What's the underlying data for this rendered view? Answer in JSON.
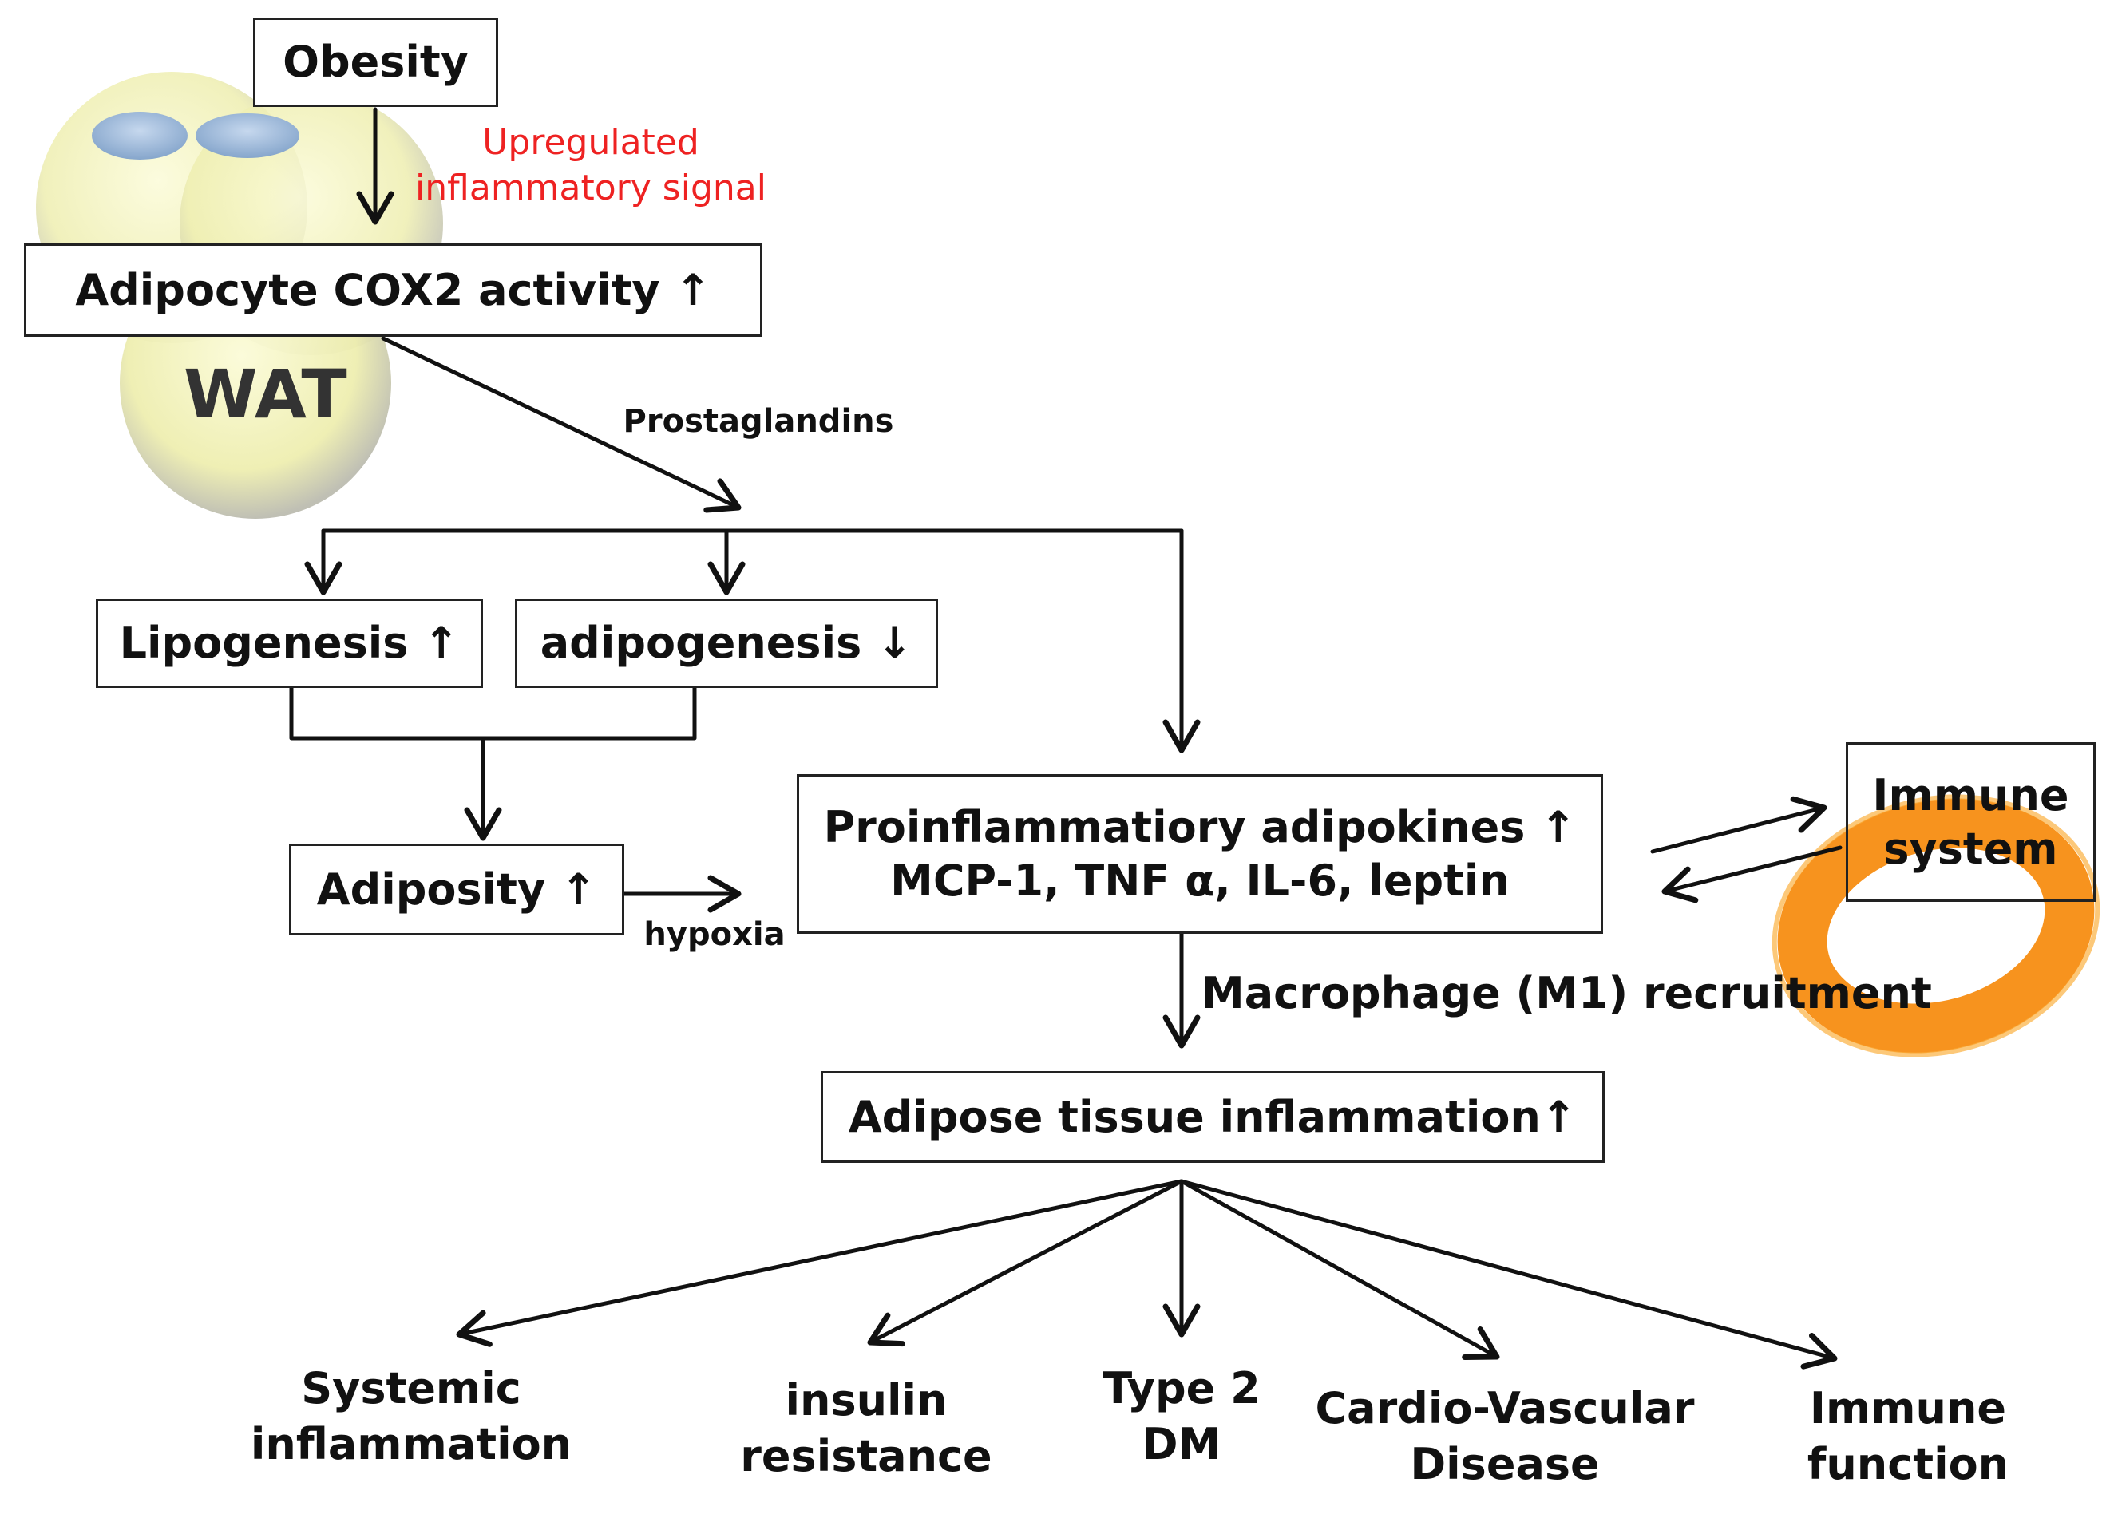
{
  "nodes": {
    "obesity": "Obesity",
    "upregulated_signal": [
      "Upregulated",
      "inflammatory signal"
    ],
    "cox2": "Adipocyte COX2 activity ↑",
    "wat": "WAT",
    "prostaglandins": "Prostaglandins",
    "lipogenesis": "Lipogenesis ↑",
    "adipogenesis": "adipogenesis ↓",
    "adiposity": "Adiposity ↑",
    "hypoxia": "hypoxia",
    "proinflammatory_line1": "Proinflammatiory  adipokines ↑",
    "proinflammatory_line2": "MCP-1, TNF α, IL-6, leptin",
    "immune_system": [
      "Immune",
      "system"
    ],
    "macrophage": "Macrophage (M1) recruitment",
    "adipose_inflammation": "Adipose tissue inflammation↑"
  },
  "outcomes": [
    [
      "Systemic inflammation"
    ],
    [
      "insulin",
      "resistance"
    ],
    [
      "Type 2",
      "DM"
    ],
    [
      "Cardio-Vascular",
      "Disease"
    ],
    [
      "Immune",
      "function"
    ]
  ],
  "colors": {
    "signal_red": "#ee2222",
    "fat_cell": "#f2f2b8",
    "nucleus": "#9bb8d8",
    "macrophage": "#f7931e"
  }
}
